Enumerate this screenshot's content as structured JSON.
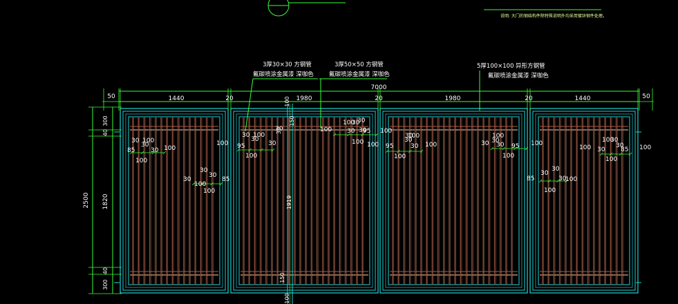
{
  "colors": {
    "background": "#000000",
    "frame_cyan": "#20d6d6",
    "frame_dark": "#1a8f9a",
    "bar_brown": "#8a4a3a",
    "bar_highlight": "#d9a585",
    "dimension_green": "#39ff39",
    "text_white": "#ffffff"
  },
  "note": "说明: 大门的钢结构件除特殊说明外均采用镀锌钢件处理。",
  "callouts": [
    {
      "line1": "3厚30×30 方钢管",
      "line2": "氟碳喷涂金属漆 深咖色"
    },
    {
      "line1": "3厚50×50 方钢管",
      "line2": "氟碳喷涂金属漆 深咖色"
    },
    {
      "line1": "5厚100×100 异形方钢管",
      "line2": "氟碳喷涂金属漆 深咖色"
    }
  ],
  "top_dims": {
    "total": "7000",
    "segments": [
      "50",
      "1440",
      "20",
      "1980",
      "20",
      "1980",
      "20",
      "1440",
      "50"
    ]
  },
  "left_dims": {
    "total": "2500",
    "segments": [
      "300",
      "40",
      "1820",
      "40",
      "300"
    ]
  },
  "center_dims": {
    "top": "100",
    "upper": "150",
    "middle": "1919",
    "lower": "150",
    "bottom": "100"
  },
  "detail_labels": {
    "d30": "30",
    "d85": "85",
    "d95": "95",
    "d100": "100"
  }
}
